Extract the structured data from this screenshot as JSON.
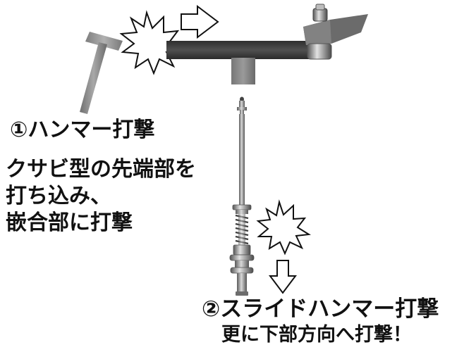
{
  "diagram": {
    "step1": {
      "heading": "①ハンマー打撃",
      "description_lines": [
        "クサビ型の先端部を",
        "打ち込み、",
        "嵌合部に打撃"
      ]
    },
    "step2": {
      "heading": "②スライドハンマー打撃",
      "subheading": "更に下部方向へ打撃！"
    }
  },
  "colors": {
    "text": "#111111",
    "bar": "#3a3a3a",
    "hammer": "#8a8a8a",
    "burst_stroke": "#111111",
    "arrow_stroke": "#111111"
  },
  "icons": [
    "hammer-icon",
    "impact-burst-icon",
    "arrow-right-icon",
    "arrow-down-icon",
    "slide-hammer-icon"
  ]
}
